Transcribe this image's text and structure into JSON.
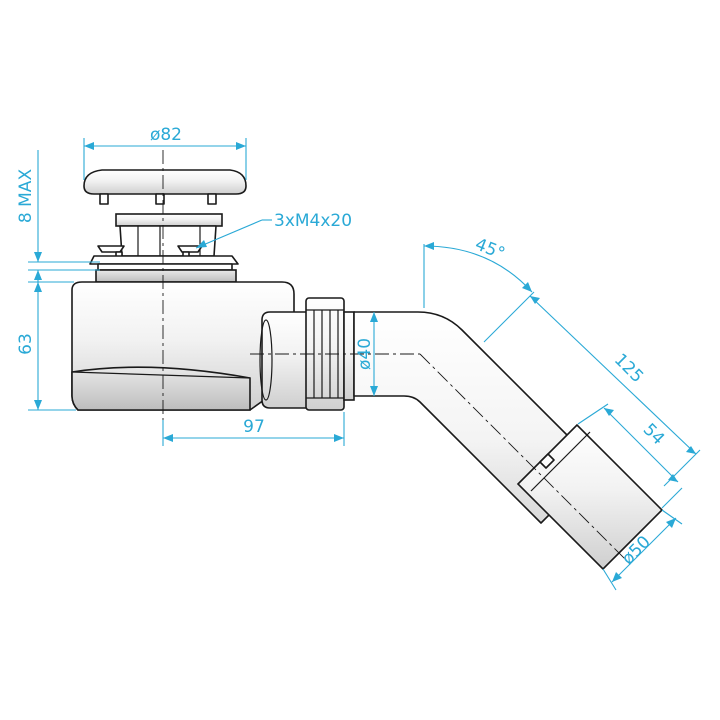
{
  "dimensions": {
    "cap_diameter": "ø82",
    "max_height": "8 MAX",
    "screws": "3xM4x20",
    "trap_height": "63",
    "outlet_length": "97",
    "outlet_diameter": "ø40",
    "bend_angle": "45°",
    "bend_length": "125",
    "socket_length": "54",
    "socket_diameter": "ø50"
  },
  "colors": {
    "dimension": "#2aa9d6",
    "outline": "#1a1a1a"
  }
}
